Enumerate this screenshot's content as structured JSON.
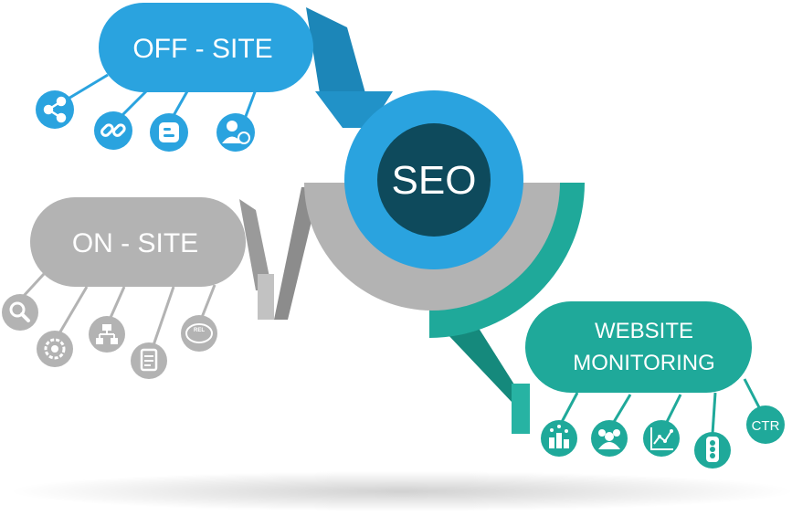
{
  "center": {
    "label": "SEO"
  },
  "off_site": {
    "label": "OFF - SITE",
    "color": "#2aa3df",
    "icons": [
      {
        "icon": "share-icon"
      },
      {
        "icon": "link-icon"
      },
      {
        "icon": "blogger-icon"
      },
      {
        "icon": "user-link-icon"
      }
    ]
  },
  "on_site": {
    "label": "ON - SITE",
    "color": "#b3b3b3",
    "icons": [
      {
        "icon": "search-icon"
      },
      {
        "icon": "gear-refresh-icon"
      },
      {
        "icon": "sitemap-icon"
      },
      {
        "icon": "document-icon"
      },
      {
        "icon": "rel-badge-icon",
        "text": "REL"
      }
    ]
  },
  "monitoring": {
    "label_line1": "WEBSITE",
    "label_line2": "MONITORING",
    "color": "#1fa99a",
    "icons": [
      {
        "icon": "ranking-podium-icon"
      },
      {
        "icon": "users-group-icon"
      },
      {
        "icon": "analytics-chart-icon"
      },
      {
        "icon": "traffic-light-icon"
      },
      {
        "icon": "ctr-icon",
        "text": "CTR"
      }
    ]
  }
}
